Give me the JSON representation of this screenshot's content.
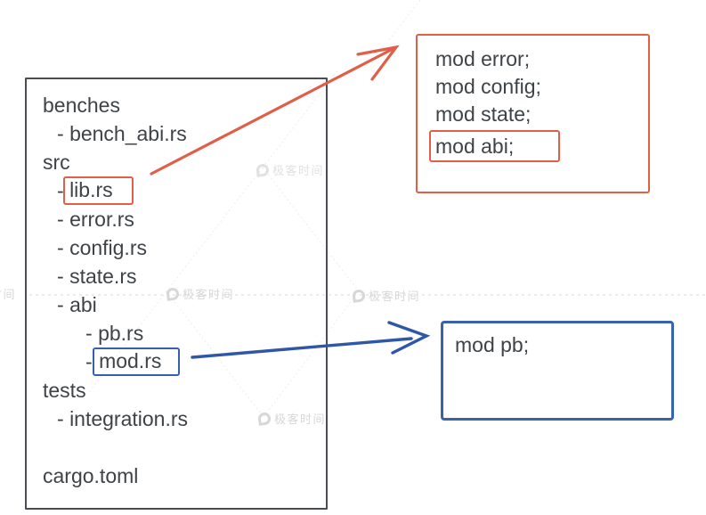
{
  "watermark": {
    "label": "极客时间"
  },
  "colors": {
    "orange": "#E05F48",
    "blue": "#3560AC",
    "tree_border": "#4A4E52",
    "text": "#3E4347",
    "watermark_gray": "#D7D7D7"
  },
  "file_tree": {
    "lines": [
      {
        "prefix": "",
        "text": "benches",
        "indent": 0,
        "highlight": ""
      },
      {
        "prefix": "- ",
        "text": "bench_abi.rs",
        "indent": 1,
        "highlight": ""
      },
      {
        "prefix": "",
        "text": "src",
        "indent": 0,
        "highlight": ""
      },
      {
        "prefix": "- ",
        "text": "lib.rs",
        "indent": 1,
        "highlight": "orange"
      },
      {
        "prefix": "- ",
        "text": "error.rs",
        "indent": 1,
        "highlight": ""
      },
      {
        "prefix": "- ",
        "text": "config.rs",
        "indent": 1,
        "highlight": ""
      },
      {
        "prefix": "- ",
        "text": "state.rs",
        "indent": 1,
        "highlight": ""
      },
      {
        "prefix": "- ",
        "text": "abi",
        "indent": 1,
        "highlight": ""
      },
      {
        "prefix": "- ",
        "text": "pb.rs",
        "indent": 2,
        "highlight": ""
      },
      {
        "prefix": "- ",
        "text": "mod.rs",
        "indent": 2,
        "highlight": "blue"
      },
      {
        "prefix": "",
        "text": "tests",
        "indent": 0,
        "highlight": ""
      },
      {
        "prefix": "- ",
        "text": "integration.rs",
        "indent": 1,
        "highlight": ""
      },
      {
        "prefix": "",
        "text": "",
        "indent": 0,
        "highlight": ""
      },
      {
        "prefix": "",
        "text": "cargo.toml",
        "indent": 0,
        "highlight": ""
      }
    ]
  },
  "code_boxes": {
    "orange": {
      "lines": [
        {
          "text": "mod error;",
          "highlight": false
        },
        {
          "text": "mod config;",
          "highlight": false
        },
        {
          "text": "mod state;",
          "highlight": false
        },
        {
          "text": "mod abi;",
          "highlight": true
        }
      ]
    },
    "blue": {
      "lines": [
        {
          "text": "mod pb;",
          "highlight": false
        }
      ]
    }
  }
}
